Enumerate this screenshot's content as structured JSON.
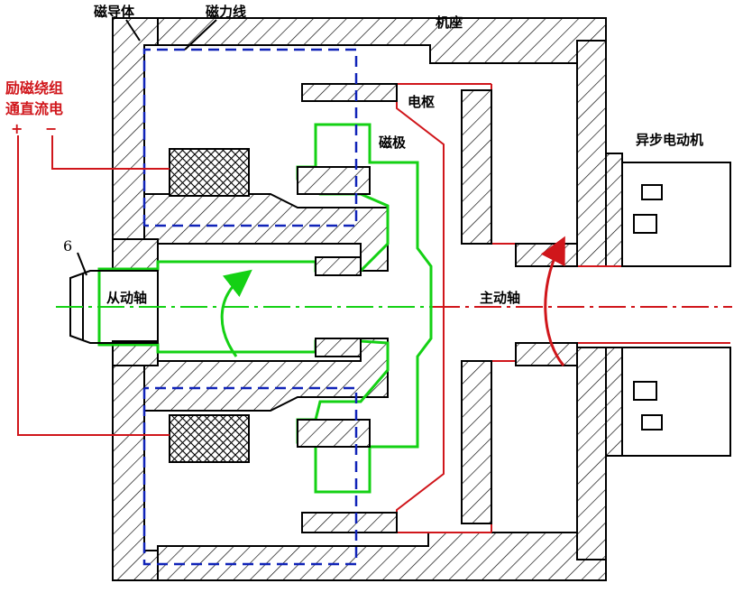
{
  "labels": {
    "magnetic_conductor": "磁导体",
    "flux_lines": "磁力线",
    "frame": "机座",
    "armature": "电枢",
    "magnetic_pole": "磁极",
    "async_motor": "异步电动机",
    "driven_shaft": "从动轴",
    "drive_shaft": "主动轴",
    "part_number": "6"
  },
  "excitation": {
    "line1": "励磁绕组",
    "line2": "通直流电",
    "plus": "+",
    "minus": "−"
  },
  "colors": {
    "magnetic_pole_outline": "#14d114",
    "armature_outline": "#d0161b",
    "flux_lines": "#1023b8",
    "excitation_leads": "#d0161b",
    "structure": "#000000"
  }
}
